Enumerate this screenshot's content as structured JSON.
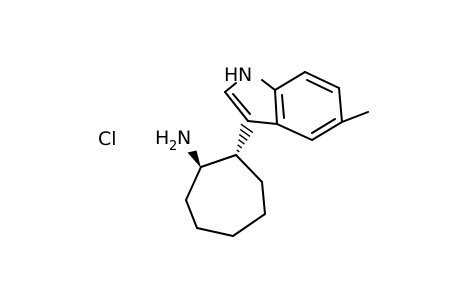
{
  "molecule": {
    "atom_labels": {
      "indole_nh_h": "H",
      "indole_nh_n": "N",
      "amine_h": "H",
      "amine_sub": "2",
      "amine_n": "N",
      "counter_ion": "Cl"
    }
  }
}
